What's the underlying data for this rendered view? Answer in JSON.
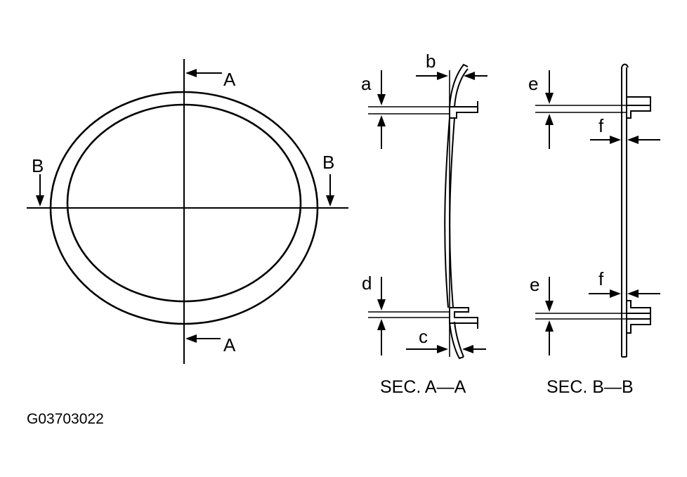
{
  "figure_code": "G03703022",
  "captions": {
    "sec_a": "SEC. A—A",
    "sec_b": "SEC. B—B"
  },
  "section_marks": {
    "a_top": "A",
    "a_bottom": "A",
    "b_left": "B",
    "b_right": "B"
  },
  "dimension_labels": {
    "a": "a",
    "b": "b",
    "c": "c",
    "d": "d",
    "e_top": "e",
    "e_bottom": "e",
    "f_top": "f",
    "f_bottom": "f"
  }
}
